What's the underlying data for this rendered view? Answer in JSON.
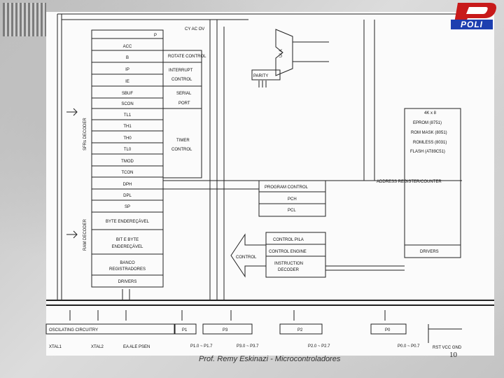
{
  "registers": [
    "ACC",
    "B",
    "IP",
    "IE",
    "SBUF",
    "SCON",
    "TL1",
    "TH1",
    "TH0",
    "TL0",
    "TMOD",
    "TCON",
    "DPH",
    "DPL",
    "SP",
    "BYTE ENDEREÇÁVEL",
    "BIT E BYTE",
    "ENDEREÇÁVEL",
    "BANCO",
    "REGISTRADORES",
    "DRIVERS"
  ],
  "labels": {
    "psw": "CY AC OV",
    "flag_p": "P",
    "rotate": "ROTATE CONTROL",
    "interrupt": "INTERRUPT",
    "control": "CONTROL",
    "serial": "SERIAL",
    "port": "PORT",
    "timer": "TIMER",
    "timer_control": "CONTROL",
    "ula": "ULA",
    "parity": "PARITY",
    "sfr_decoder": "SFRs DECODER",
    "ram_decoder": "RAM DECODER",
    "program_control": "PROGRAM CONTROL",
    "pch": "PCH",
    "pcl": "PCL",
    "control_pila": "CONTROL PILA",
    "control_engine": "CONTROL ENGINE",
    "instruction": "INSTRUCTION",
    "decoder": "DECODER",
    "control_arrow": "CONTROL",
    "mem_1": "4K x 8",
    "mem_2": "EPROM (8751)",
    "mem_3": "ROM MASK (8051)",
    "mem_4": "ROMLESS (8031)",
    "mem_5": "FLASH (AT89C51)",
    "address_bus": "ADDRESS REGISTER/COUNTER",
    "drivers": "DRIVERS",
    "osc": "OSCILATING CIRCUITRY",
    "p1": "P1",
    "p3": "P3",
    "p2": "P2",
    "p0": "P0",
    "xtal1": "XTAL1",
    "xtal2": "XTAL2",
    "ea_ale_psen": "EA ALE PSEN",
    "p1_range": "P1.0 ~ P1.7",
    "p3_range": "P3.0 ~ P3.7",
    "p2_range": "P2.0 ~ P2.7",
    "p0_range": "P0.0 ~ P0.7",
    "power": "RST VCC GND"
  },
  "logo": "POLI",
  "footer": "Prof. Remy Eskinazi - Microcontroladores",
  "page_number": "10"
}
